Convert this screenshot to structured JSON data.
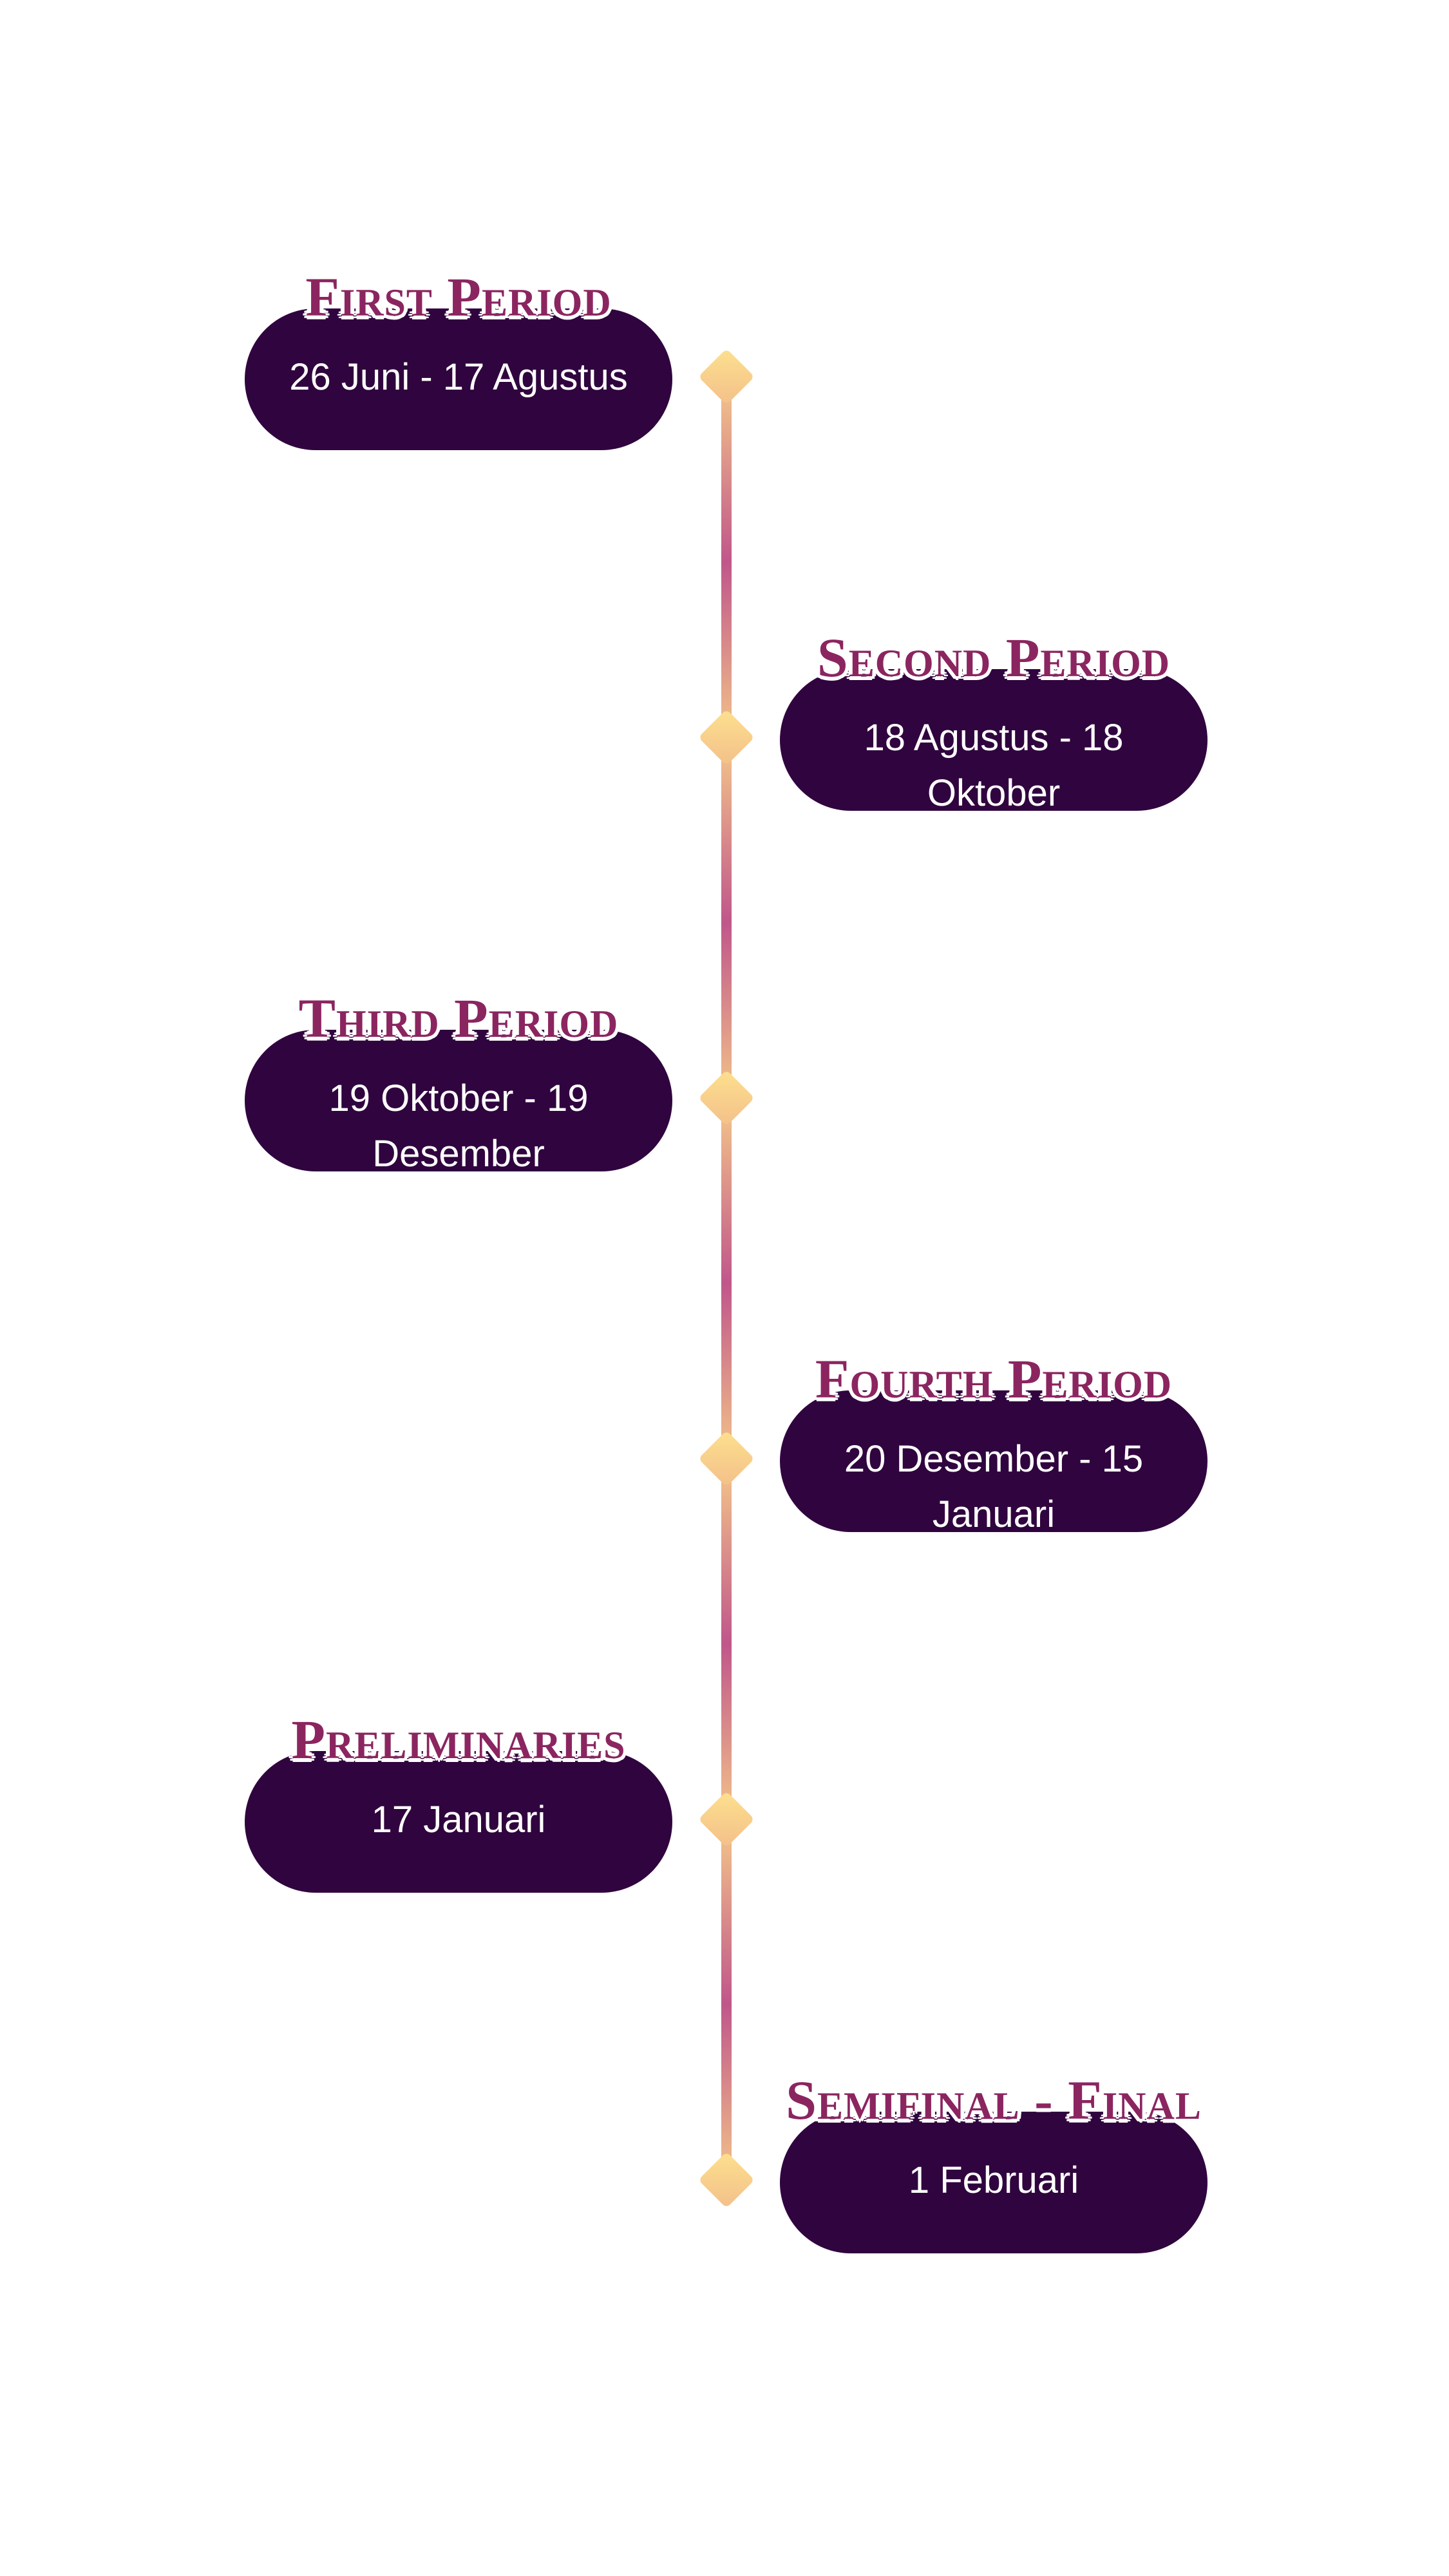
{
  "colors": {
    "pill": "#30043e",
    "title": "#8b2560",
    "line_end": "#f3c48a",
    "line_mid": "#c0568a",
    "diamond": "#fde08e"
  },
  "timeline": [
    {
      "title": "First Period",
      "date": "26 Juni - 17 Agustus"
    },
    {
      "title": "Second Period",
      "date": "18 Agustus - 18 Oktober"
    },
    {
      "title": "Third Period",
      "date": "19 Oktober - 19 Desember"
    },
    {
      "title": "Fourth Period",
      "date": "20 Desember - 15 Januari"
    },
    {
      "title": "Preliminaries",
      "date": "17 Januari"
    },
    {
      "title": "Semifinal - Final",
      "date": "1 Februari"
    }
  ]
}
